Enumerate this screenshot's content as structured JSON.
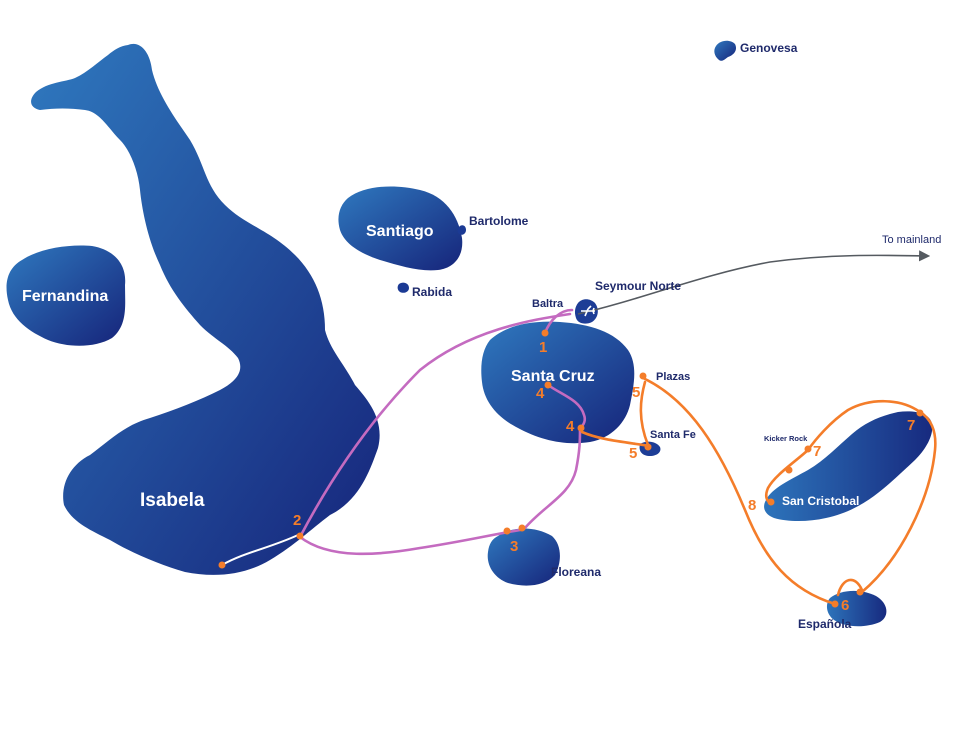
{
  "colors": {
    "island_light": "#2f79bf",
    "island_dark": "#16247a",
    "route_central": "#c46bc0",
    "route_east": "#f47d2a",
    "route_mainland": "#555a60",
    "label_navy": "#1f2a6b"
  },
  "islands": {
    "genovesa": "Genovesa",
    "santiago": "Santiago",
    "bartolome": "Bartolome",
    "rabida": "Rabida",
    "fernandina": "Fernandina",
    "isabela": "Isabela",
    "seymour_norte": "Seymour Norte",
    "baltra": "Baltra",
    "santa_cruz": "Santa Cruz",
    "plazas": "Plazas",
    "santa_fe": "Santa Fe",
    "floreana": "Floreana",
    "kicker_rock": "Kicker Rock",
    "san_cristobal": "San Cristobal",
    "espanola": "Española"
  },
  "mainland_label": "To mainland",
  "airport_icon": "airplane-icon",
  "stops": [
    "1",
    "2",
    "3",
    "4",
    "4",
    "5",
    "5",
    "6",
    "7",
    "7",
    "8"
  ]
}
